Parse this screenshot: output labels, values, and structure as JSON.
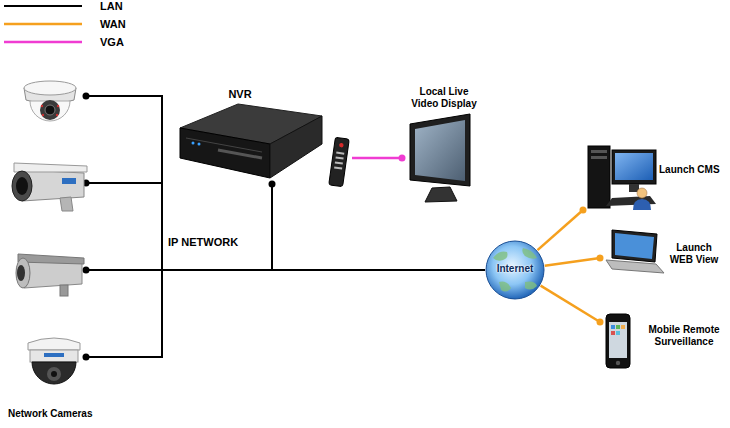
{
  "diagram": {
    "nodes": [
      {
        "text": [
          "NVR"
        ]
      },
      {
        "text": [
          "Local Live Video Display"
        ]
      },
      {
        "text": [
          "Internet"
        ]
      },
      {
        "text": [
          "Launch CMS"
        ]
      },
      {
        "text": [
          "Launch WEB View"
        ]
      },
      {
        "text": [
          "Mobile Remote Surveillance"
        ]
      }
    ],
    "edges": [
      {
        "from": 0,
        "to": 1,
        "arrow": "none"
      },
      {
        "from": 0,
        "to": 2,
        "arrow": "none"
      },
      {
        "from": 2,
        "to": 3,
        "arrow": "none"
      },
      {
        "from": 2,
        "to": 4,
        "arrow": "none"
      },
      {
        "from": 2,
        "to": 5,
        "arrow": "none"
      }
    ],
    "labels": [
      "IP NETWORK",
      "Network Cameras"
    ],
    "legend": [
      {
        "text": "LAN"
      },
      {
        "text": "WAN"
      },
      {
        "text": "VGA"
      }
    ]
  }
}
